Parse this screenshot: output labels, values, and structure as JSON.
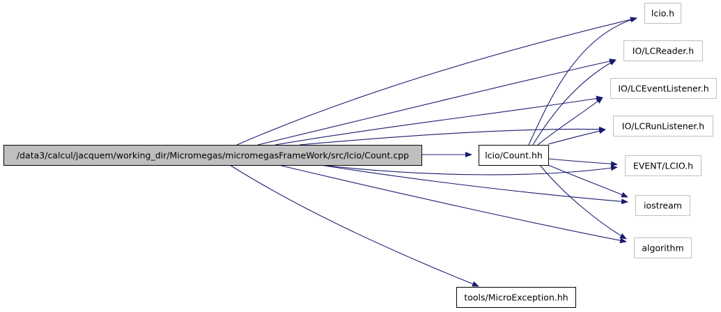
{
  "diagram": {
    "colors": {
      "edge": "#191970",
      "root_fill": "#bfbfbf",
      "root_border": "#000000",
      "local_border": "#000000",
      "external_border": "#bfbfbf",
      "background": "#ffffff"
    },
    "nodes": [
      {
        "id": "root",
        "label": "/data3/calcul/jacquem/working_dir/Micromegas/micromegasFrameWork/src/lcio/Count.cpp",
        "kind": "root"
      },
      {
        "id": "count_hh",
        "label": "lcio/Count.hh",
        "kind": "local"
      },
      {
        "id": "microexception",
        "label": "tools/MicroException.hh",
        "kind": "local"
      },
      {
        "id": "lcio_h",
        "label": "lcio.h",
        "kind": "external"
      },
      {
        "id": "lcreader",
        "label": "IO/LCReader.h",
        "kind": "external"
      },
      {
        "id": "lceventlistener",
        "label": "IO/LCEventListener.h",
        "kind": "external"
      },
      {
        "id": "lcrunlistener",
        "label": "IO/LCRunListener.h",
        "kind": "external"
      },
      {
        "id": "event_lcio",
        "label": "EVENT/LCIO.h",
        "kind": "external"
      },
      {
        "id": "iostream",
        "label": "iostream",
        "kind": "external"
      },
      {
        "id": "algorithm",
        "label": "algorithm",
        "kind": "external"
      }
    ],
    "edges": [
      {
        "from": "root",
        "to": "count_hh"
      },
      {
        "from": "root",
        "to": "lcio_h"
      },
      {
        "from": "root",
        "to": "lcreader"
      },
      {
        "from": "root",
        "to": "lceventlistener"
      },
      {
        "from": "root",
        "to": "lcrunlistener"
      },
      {
        "from": "root",
        "to": "event_lcio"
      },
      {
        "from": "root",
        "to": "iostream"
      },
      {
        "from": "root",
        "to": "algorithm"
      },
      {
        "from": "root",
        "to": "microexception"
      },
      {
        "from": "count_hh",
        "to": "lcio_h"
      },
      {
        "from": "count_hh",
        "to": "lcreader"
      },
      {
        "from": "count_hh",
        "to": "lceventlistener"
      },
      {
        "from": "count_hh",
        "to": "lcrunlistener"
      },
      {
        "from": "count_hh",
        "to": "event_lcio"
      },
      {
        "from": "count_hh",
        "to": "iostream"
      },
      {
        "from": "count_hh",
        "to": "algorithm"
      }
    ]
  }
}
